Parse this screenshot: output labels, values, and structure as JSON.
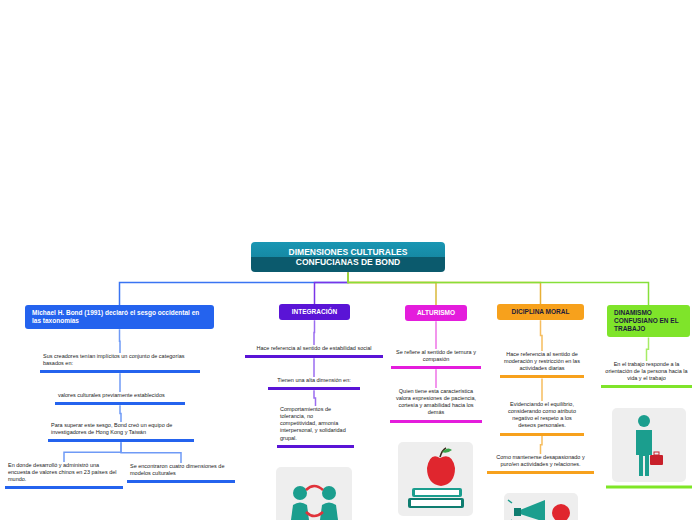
{
  "diagram": {
    "nodes": [
      {
        "text": [
          "DIMENSIONES CULTURALES CONFUCIANAS DE BOND"
        ]
      },
      {
        "text": [
          "Michael H. Bond (1991) declaró el sesgo occidental en las taxonomías"
        ]
      },
      {
        "text": [
          "Sus creadores tenían implícitos un conjunto de categorías basados en:"
        ]
      },
      {
        "text": [
          "valores culturales previamente establecidos"
        ]
      },
      {
        "text": [
          "Para superar este sesgo, Bond creó un equipo de investigadores de Hong Kong y Taiwán"
        ]
      },
      {
        "text": [
          "En donde desarrolló y administró una encuesta de valores chinos en 23 países del mundo."
        ]
      },
      {
        "text": [
          "Se encontraron cuatro dimensiones de modelos culturales"
        ]
      },
      {
        "text": [
          "INTEGRACIÓN"
        ]
      },
      {
        "text": [
          "Hace referencia al sentido de estabilidad social"
        ]
      },
      {
        "text": [
          "Tienen una alta dimensión en:"
        ]
      },
      {
        "text": [
          "Comportamientos de tolerancia, no competitividad, armonía interpersonal, y solidaridad grupal."
        ]
      },
      {
        "text": [
          "ALTURISMO"
        ]
      },
      {
        "text": [
          "Se refiere al sentido de ternura y compasión"
        ]
      },
      {
        "text": [
          "Quien tiene esta característica valora expresiones de paciencia, cortesía y amabilidad hacia los demás"
        ]
      },
      {
        "text": [
          "DICIPLINA MORAL"
        ]
      },
      {
        "text": [
          "Hace referencia al sentido de moderación y restricción en las actividades diarias"
        ]
      },
      {
        "text": [
          "Evidenciando el equilibrio, considerando como atributo negativo el respeto a los deseos personales."
        ]
      },
      {
        "text": [
          "Como mantenerse desapasionado y puro/en actividades y relaciones."
        ]
      },
      {
        "text": [
          "DINAMISMO CONFUSIANO EN EL TRABAJO"
        ]
      },
      {
        "text": [
          "En el trabajo responde a la orientación de la persona hacia la vida y el trabajo"
        ]
      }
    ],
    "edges": [
      {
        "from": 0,
        "to": 1,
        "arrow": "none"
      },
      {
        "from": 0,
        "to": 7,
        "arrow": "none"
      },
      {
        "from": 0,
        "to": 11,
        "arrow": "none"
      },
      {
        "from": 0,
        "to": 14,
        "arrow": "none"
      },
      {
        "from": 0,
        "to": 18,
        "arrow": "none"
      },
      {
        "from": 1,
        "to": 2,
        "arrow": "none"
      },
      {
        "from": 2,
        "to": 3,
        "arrow": "none"
      },
      {
        "from": 3,
        "to": 4,
        "arrow": "none"
      },
      {
        "from": 4,
        "to": 5,
        "arrow": "none"
      },
      {
        "from": 4,
        "to": 6,
        "arrow": "none"
      },
      {
        "from": 7,
        "to": 8,
        "arrow": "none"
      },
      {
        "from": 8,
        "to": 9,
        "arrow": "none"
      },
      {
        "from": 9,
        "to": 10,
        "arrow": "none"
      },
      {
        "from": 11,
        "to": 12,
        "arrow": "none"
      },
      {
        "from": 12,
        "to": 13,
        "arrow": "none"
      },
      {
        "from": 14,
        "to": 15,
        "arrow": "none"
      },
      {
        "from": 15,
        "to": 16,
        "arrow": "none"
      },
      {
        "from": 16,
        "to": 17,
        "arrow": "none"
      },
      {
        "from": 18,
        "to": 19,
        "arrow": "none"
      }
    ]
  }
}
